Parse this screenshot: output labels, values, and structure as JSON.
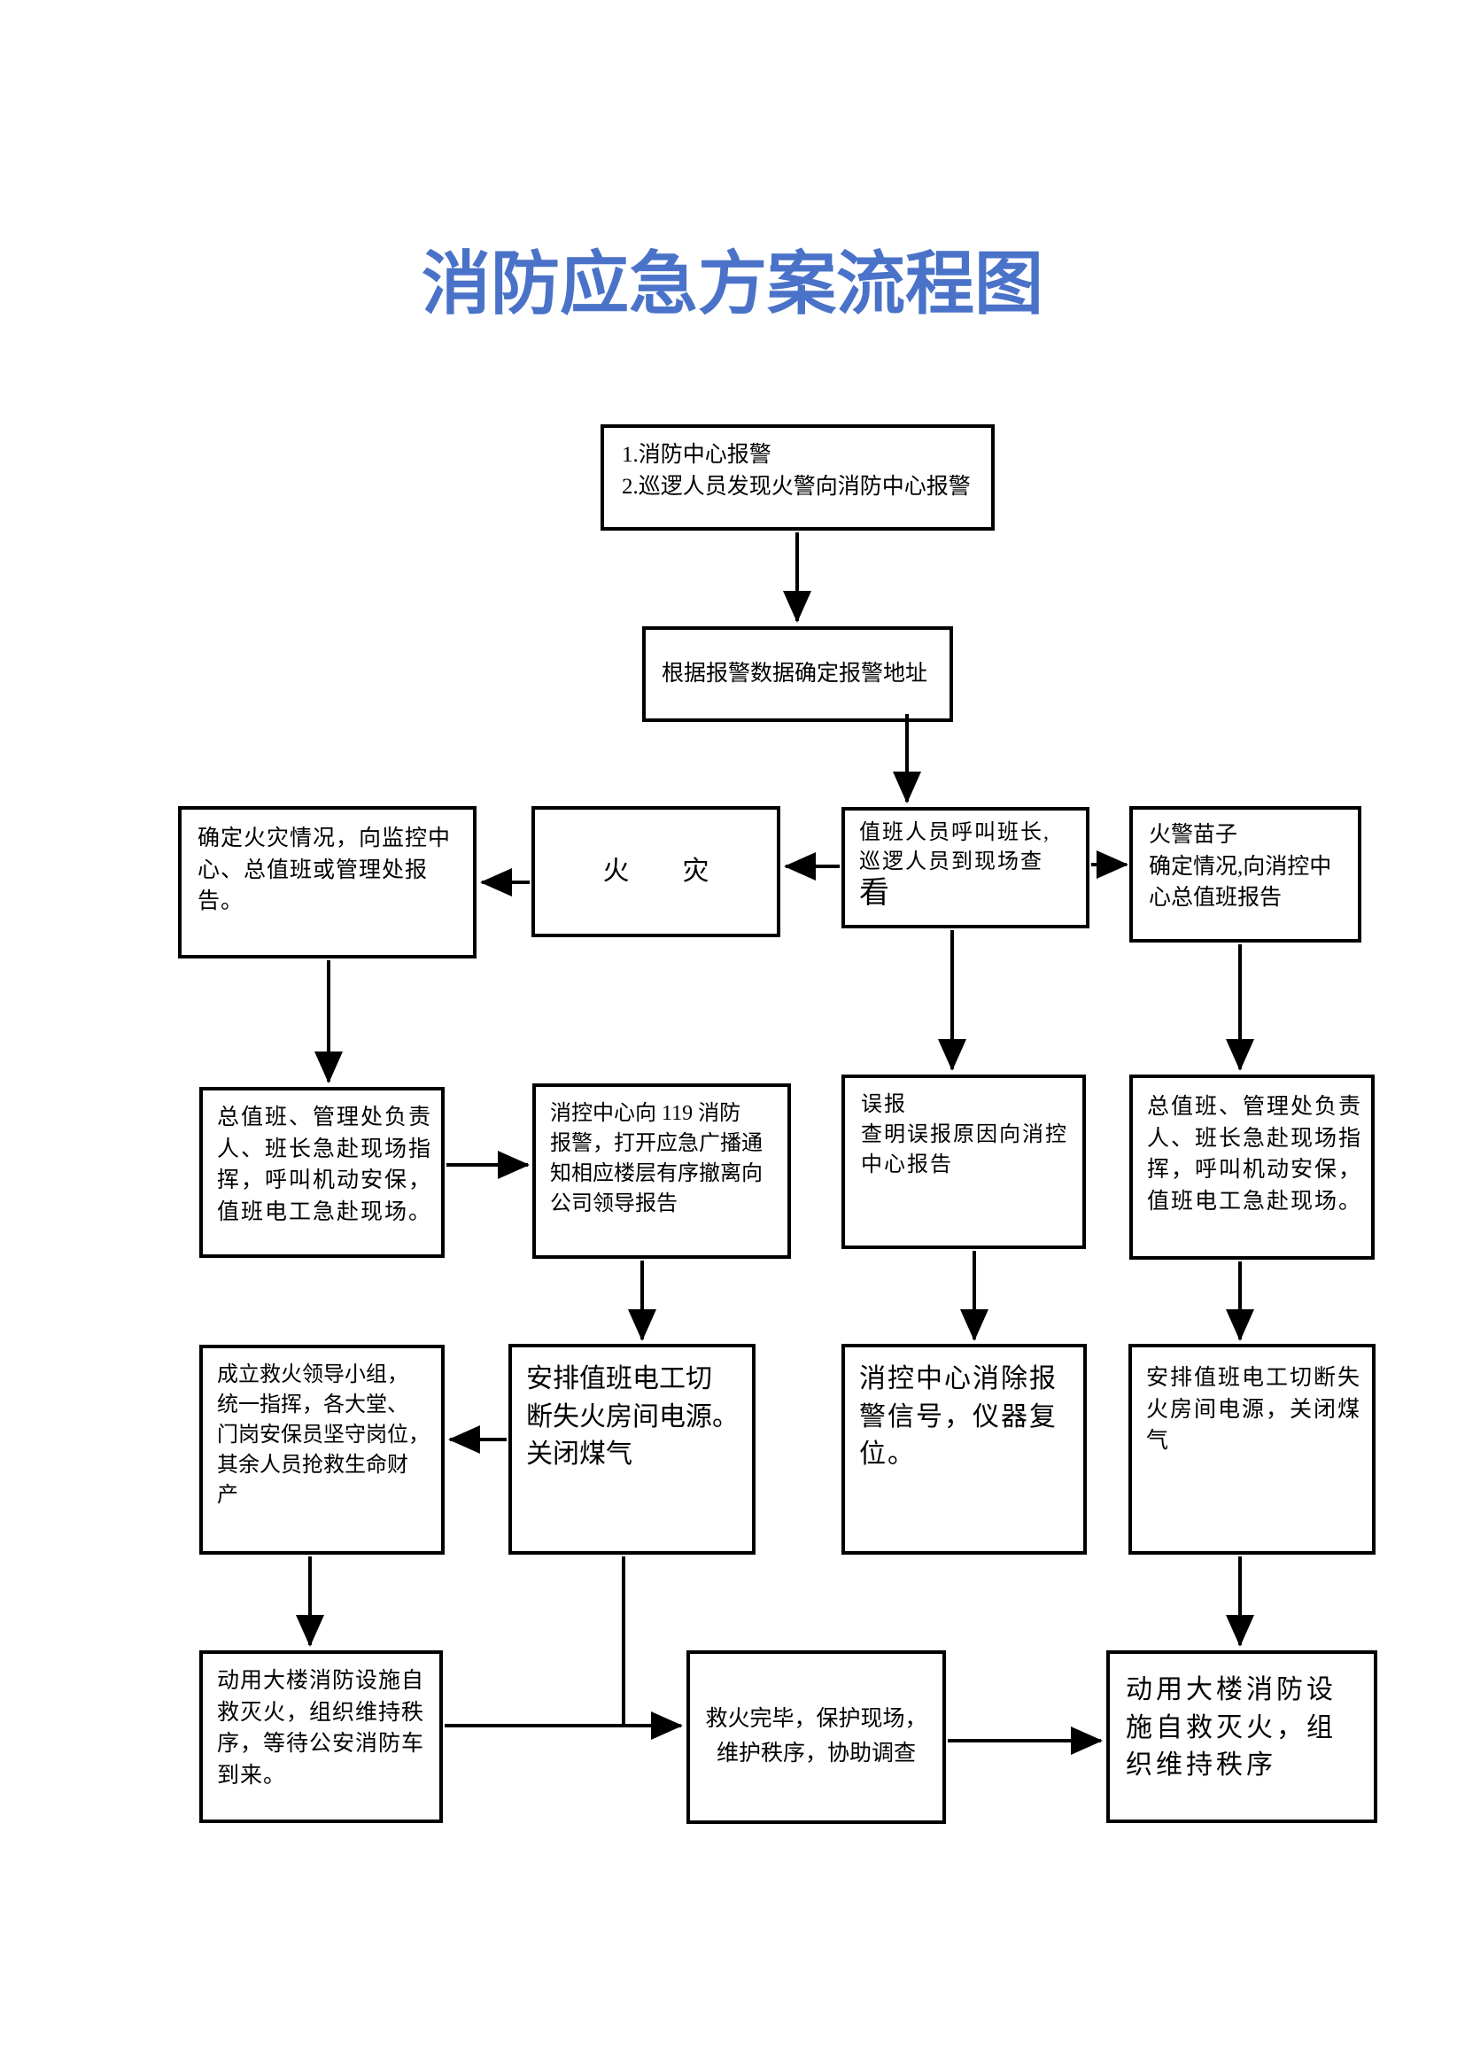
{
  "title": "消防应急方案流程图",
  "colors": {
    "title": "#4a72c8",
    "line": "#000000",
    "box_border": "#000000",
    "background": "#ffffff"
  },
  "boxes": {
    "report": {
      "text": "1.消防中心报警\n2.巡逻人员发现火警向消防中心报警"
    },
    "address": {
      "text": "根据报警数据确定报警地址"
    },
    "confirm_fire": {
      "text": "确定火灾情况，向监控中\n心、总值班或管理处报告。"
    },
    "fire": {
      "text": "火　　灾"
    },
    "duty_call": {
      "text": "值班人员呼叫班长,\n巡逻人员到现场查",
      "text2": "看"
    },
    "fire_sign": {
      "text": "火警苗子\n确定情况,向消控中\n心总值班报告"
    },
    "chief_left": {
      "text": "总值班、管理处负责\n人、班长急赴现场指\n挥，呼叫机动安保，\n值班电工急赴现场。"
    },
    "call_119": {
      "text": "消控中心向 119 消防\n报警，打开应急广播通\n知相应楼层有序撤离向\n公司领导报告"
    },
    "false_alarm": {
      "text": "误报\n查明误报原因向消控\n中心报告"
    },
    "chief_right": {
      "text": "总值班、管理处负责\n人、班长急赴现场指\n挥，呼叫机动安保，\n值班电工急赴现场。"
    },
    "rescue_group": {
      "text": "成立救火领导小组，\n统一指挥，各大堂、\n门岗安保员坚守岗位，\n其余人员抢救生命财\n产"
    },
    "cut_power_left": {
      "text": "安排值班电工切\n断失火房间电源。\n关闭煤气"
    },
    "clear_alarm": {
      "text": "消控中心消除报\n警信号，仪器复\n位。"
    },
    "cut_power_right": {
      "text": "安排值班电工切断失\n火房间电源，关闭煤\n气"
    },
    "self_rescue_left": {
      "text": "动用大楼消防设施自\n救灭火，组织维持秩\n序，等待公安消防车\n到来。"
    },
    "fire_out": {
      "text": "救火完毕，保护现场，\n维护秩序，协助调查"
    },
    "self_rescue_right": {
      "text": "动用大楼消防设\n施自救灭火，组\n织维持秩序"
    }
  }
}
